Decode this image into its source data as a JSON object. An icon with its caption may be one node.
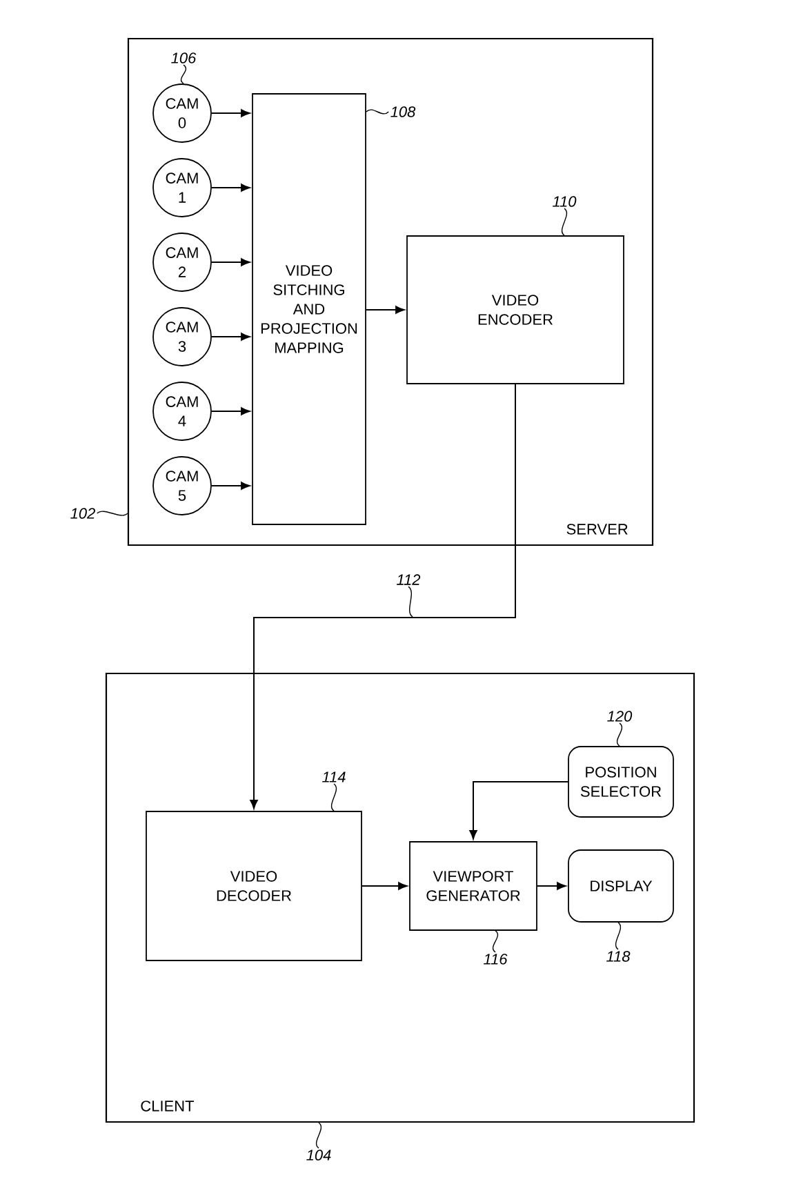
{
  "diagram": {
    "nodes": [
      {
        "text": [
          "SERVER"
        ]
      },
      {
        "text": [
          "106"
        ],
        "in": 0
      },
      {
        "text": [
          "CAM 0"
        ],
        "in": 0
      },
      {
        "text": [
          "CAM 1"
        ],
        "in": 0
      },
      {
        "text": [
          "CAM 2"
        ],
        "in": 0
      },
      {
        "text": [
          "CAM 3"
        ],
        "in": 0
      },
      {
        "text": [
          "CAM 4"
        ],
        "in": 0
      },
      {
        "text": [
          "CAM 5"
        ],
        "in": 0
      },
      {
        "text": [
          "108"
        ],
        "in": 0
      },
      {
        "text": [
          "VIDEO SITCHING AND PROJECTION MAPPING"
        ],
        "in": 0
      },
      {
        "text": [
          "110"
        ],
        "in": 0
      },
      {
        "text": [
          "VIDEO ENCODER"
        ],
        "in": 0
      },
      {
        "text": [
          "102"
        ]
      },
      {
        "text": [
          "112"
        ]
      },
      {
        "text": [
          "CLIENT"
        ]
      },
      {
        "text": [
          "120"
        ],
        "in": 14
      },
      {
        "text": [
          "POSITION SELECTOR"
        ],
        "in": 14
      },
      {
        "text": [
          "114"
        ],
        "in": 14
      },
      {
        "text": [
          "VIDEO DECODER"
        ],
        "in": 14
      },
      {
        "text": [
          "VIEWPORT GENERATOR"
        ],
        "in": 14
      },
      {
        "text": [
          "DISPLAY"
        ],
        "in": 14
      },
      {
        "text": [
          "116"
        ],
        "in": 14
      },
      {
        "text": [
          "118"
        ],
        "in": 14
      },
      {
        "text": [
          "104"
        ]
      }
    ],
    "edges": [
      {
        "from": 2,
        "to": 9,
        "arrow": "to"
      },
      {
        "from": 3,
        "to": 9,
        "arrow": "to"
      },
      {
        "from": 4,
        "to": 9,
        "arrow": "to"
      },
      {
        "from": 5,
        "to": 9,
        "arrow": "to"
      },
      {
        "from": 6,
        "to": 9,
        "arrow": "to"
      },
      {
        "from": 7,
        "to": 9,
        "arrow": "to"
      },
      {
        "from": 9,
        "to": 11,
        "arrow": "to"
      },
      {
        "from": 11,
        "to": 18,
        "arrow": "to"
      },
      {
        "from": 16,
        "to": 19,
        "arrow": "to"
      },
      {
        "from": 18,
        "to": 19,
        "arrow": "to"
      },
      {
        "from": 19,
        "to": 20,
        "arrow": "to"
      },
      {
        "from": 1,
        "to": 2,
        "arrow": "none"
      },
      {
        "from": 8,
        "to": 9,
        "arrow": "none"
      },
      {
        "from": 10,
        "to": 11,
        "arrow": "none"
      },
      {
        "from": 12,
        "to": 0,
        "arrow": "none"
      },
      {
        "from": 13,
        "to": null,
        "arrow": "none"
      },
      {
        "from": 15,
        "to": 16,
        "arrow": "none"
      },
      {
        "from": 17,
        "to": 18,
        "arrow": "none"
      },
      {
        "from": 21,
        "to": 19,
        "arrow": "none"
      },
      {
        "from": 22,
        "to": 20,
        "arrow": "none"
      },
      {
        "from": 23,
        "to": 14,
        "arrow": "none"
      }
    ]
  }
}
